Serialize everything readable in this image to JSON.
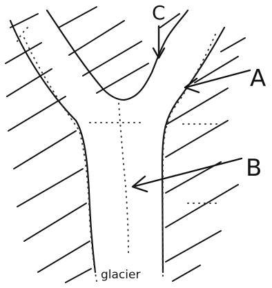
{
  "diagram": {
    "labels": {
      "a": "A",
      "b": "B",
      "c": "C",
      "bottom": "glacier"
    },
    "colors": {
      "ink": "#111111",
      "background": "#ffffff",
      "dots": "#333333"
    }
  }
}
